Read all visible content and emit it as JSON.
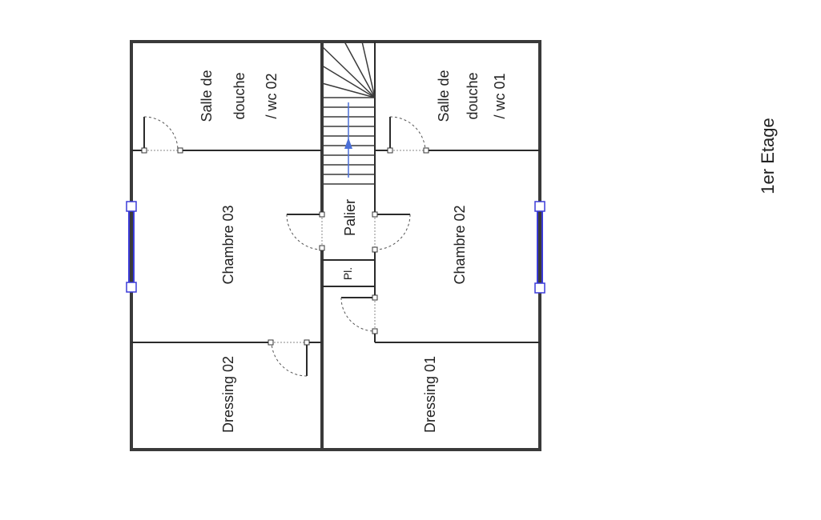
{
  "floor_title": "1er Etage",
  "rooms": {
    "sdd02": [
      "Salle de",
      "douche",
      "/ wc 02"
    ],
    "sdd01": [
      "Salle de",
      "douche",
      "/ wc 01"
    ],
    "chambre03": "Chambre 03",
    "chambre02": "Chambre 02",
    "palier": "Palier",
    "placard": "Pl.",
    "dressing02": "Dressing 02",
    "dressing01": "Dressing 01"
  },
  "colors": {
    "wall": "#3a3a3a",
    "window": "#3b3bd8",
    "stair_arrow": "#4a6fd8"
  }
}
